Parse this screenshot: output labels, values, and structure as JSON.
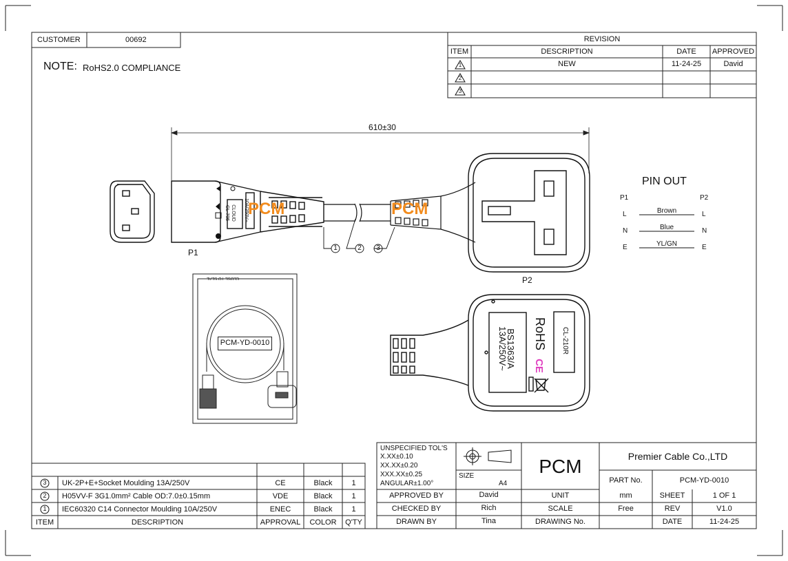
{
  "header": {
    "customer_label": "CUSTOMER",
    "customer_value": "00692",
    "note_label": "NOTE:",
    "note_text": "RoHS2.0 COMPLIANCE"
  },
  "revision": {
    "title": "REVISION",
    "headers": [
      "ITEM",
      "DESCRIPTION",
      "DATE",
      "APPROVED"
    ],
    "rows": [
      {
        "item": "1",
        "description": "NEW",
        "date": "11-24-25",
        "approved": "David"
      },
      {
        "item": "2",
        "description": "",
        "date": "",
        "approved": ""
      },
      {
        "item": "3",
        "description": "",
        "date": "",
        "approved": ""
      }
    ]
  },
  "drawing": {
    "dimension": "610±30",
    "p1_label": "P1",
    "p2_label": "P2",
    "callouts": [
      "1",
      "2",
      "3"
    ],
    "logo_text": "PCM",
    "p1_body_text": [
      "CL-705",
      "CLOUD"
    ],
    "p1_rating_text": "10A/250V~",
    "back_rating": [
      "BS1363/A",
      "13A/250V~"
    ],
    "back_rohs": "RoHS",
    "back_ce": "CE",
    "back_model": "CL-210R",
    "bag_label": "PCM-YD-0010",
    "bag_seal_text": "CLOSE TO SEAL"
  },
  "pinout": {
    "title": "PIN OUT",
    "p1_header": "P1",
    "p2_header": "P2",
    "rows": [
      {
        "p1": "L",
        "color": "Brown",
        "p2": "L"
      },
      {
        "p1": "N",
        "color": "Blue",
        "p2": "N"
      },
      {
        "p1": "E",
        "color": "YL/GN",
        "p2": "E"
      }
    ]
  },
  "bom": {
    "headers": [
      "ITEM",
      "DESCRIPTION",
      "APPROVAL",
      "COLOR",
      "Q'TY"
    ],
    "rows": [
      {
        "item": "3",
        "description": "UK-2P+E+Socket Moulding 13A/250V",
        "approval": "CE",
        "color": "Black",
        "qty": "1"
      },
      {
        "item": "2",
        "description": "H05VV-F 3G1.0mm² Cable OD:7.0±0.15mm",
        "approval": "VDE",
        "color": "Black",
        "qty": "1"
      },
      {
        "item": "1",
        "description": "IEC60320 C14 Connector Moulding 10A/250V",
        "approval": "ENEC",
        "color": "Black",
        "qty": "1"
      }
    ]
  },
  "title_block": {
    "tolerance_lines": [
      "UNSPECIFIED TOL'S",
      "X.XX±0.10",
      "XX.XX±0.20",
      "XXX.XX±0.25",
      "ANGULAR±1.00°"
    ],
    "size_label": "SIZE",
    "size_value": "A4",
    "logo": "PCM",
    "company": "Premier Cable Co.,LTD",
    "part_no_label": "PART No.",
    "part_no_value": "PCM-YD-0010",
    "approved_by_label": "APPROVED BY",
    "approved_by_value": "David",
    "checked_by_label": "CHECKED BY",
    "checked_by_value": "Rich",
    "drawn_by_label": "DRAWN BY",
    "drawn_by_value": "Tina",
    "unit_label": "UNIT",
    "unit_value": "mm",
    "scale_label": "SCALE",
    "scale_value": "Free",
    "drawing_no_label": "DRAWING No.",
    "sheet_label": "SHEET",
    "sheet_value": "1 OF 1",
    "rev_label": "REV",
    "rev_value": "V1.0",
    "date_label": "DATE",
    "date_value": "11-24-25"
  }
}
